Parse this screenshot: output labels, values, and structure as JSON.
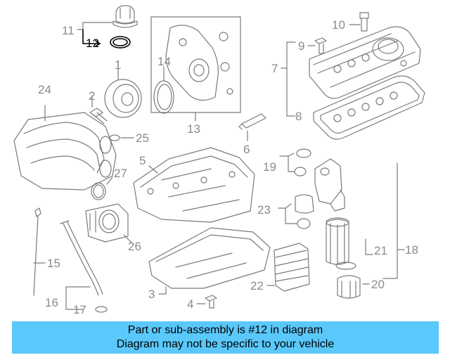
{
  "callouts": {
    "c1": "1",
    "c2": "2",
    "c3": "3",
    "c4": "4",
    "c5": "5",
    "c6": "6",
    "c7": "7",
    "c8": "8",
    "c9": "9",
    "c10": "10",
    "c11": "11",
    "c12": "12",
    "c13": "13",
    "c14": "14",
    "c15": "15",
    "c16": "16",
    "c17": "17",
    "c18": "18",
    "c19": "19",
    "c20": "20",
    "c21": "21",
    "c22": "22",
    "c23": "23",
    "c24": "24",
    "c25": "25",
    "c26": "26",
    "c27": "27"
  },
  "highlighted_callout": "12",
  "banner": {
    "line1": "Part or sub-assembly is #12 in diagram",
    "line2": "Diagram may not be specific to your vehicle",
    "background": "#5ac8fa"
  },
  "colors": {
    "line": "#8a8a8a",
    "highlight": "#000000"
  }
}
